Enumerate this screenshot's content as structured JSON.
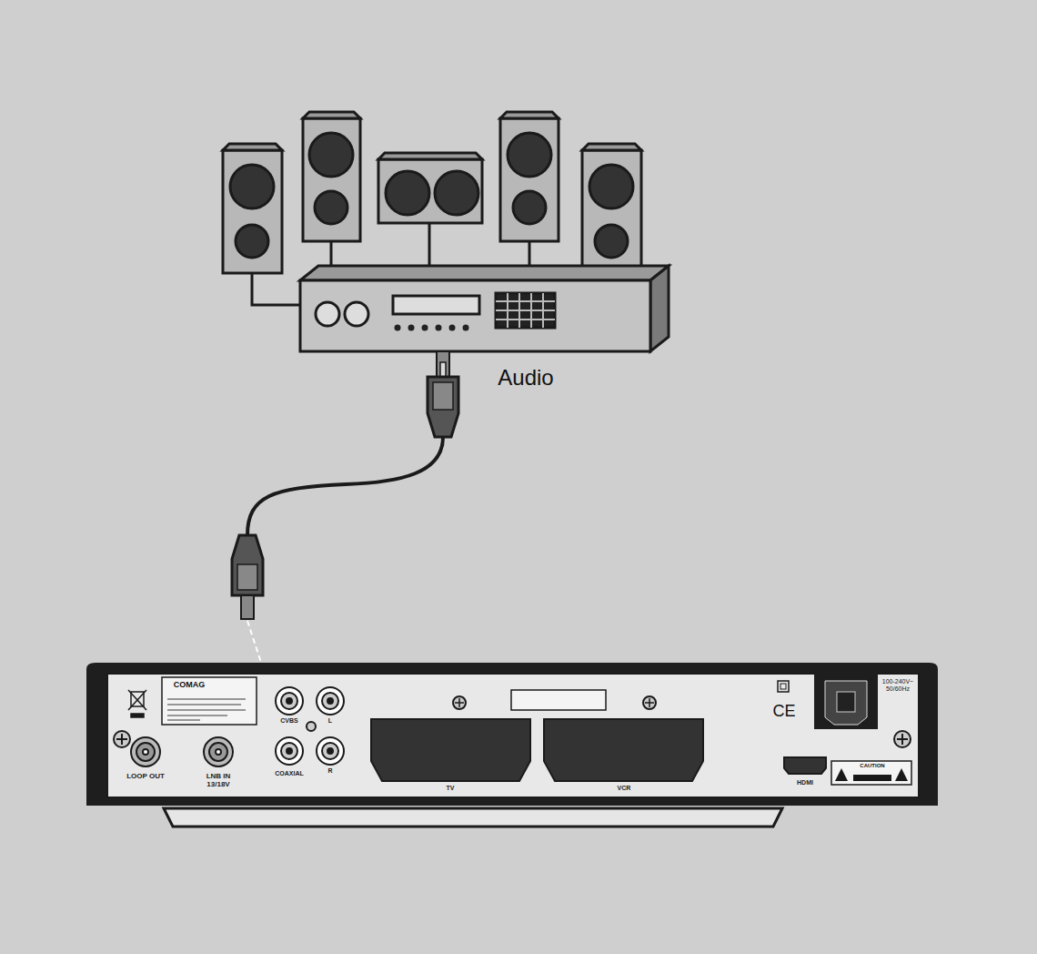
{
  "diagram": {
    "labels": [
      "Audio",
      "COMAG",
      "CVBS",
      "L",
      "R",
      "LOOP OUT",
      "LNB IN 13/18V",
      "COAXIAL",
      "TV",
      "VCR",
      "HDMI",
      "CE",
      "100-240V~ 50/60Hz",
      "CAUTION"
    ]
  }
}
